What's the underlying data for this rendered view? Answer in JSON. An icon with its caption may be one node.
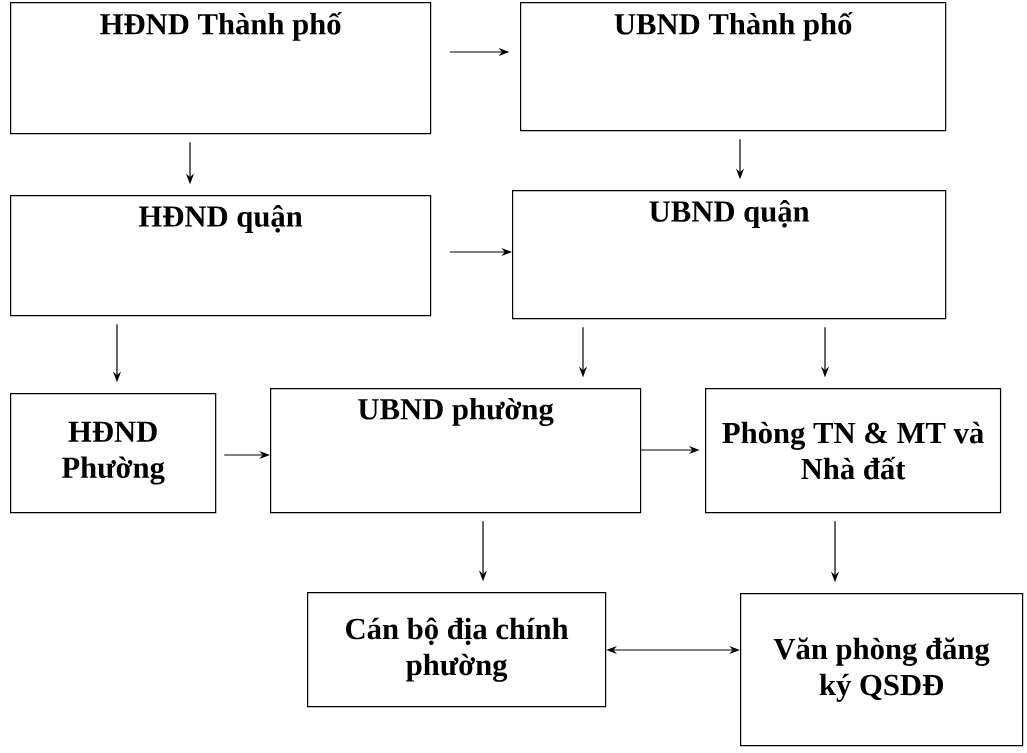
{
  "diagram": {
    "nodes": [
      {
        "text": [
          "HĐND Thành phố"
        ]
      },
      {
        "text": [
          "UBND Thành phố"
        ]
      },
      {
        "text": [
          "HĐND quận"
        ]
      },
      {
        "text": [
          "UBND quận"
        ]
      },
      {
        "text": [
          "HĐND Phường"
        ]
      },
      {
        "text": [
          "UBND phường"
        ]
      },
      {
        "text": [
          "Phòng TN & MT và Nhà đất"
        ]
      },
      {
        "text": [
          "Cán bộ địa chính phường"
        ]
      },
      {
        "text": [
          "Văn phòng đăng ký QSDĐ"
        ]
      }
    ],
    "edges": [
      {
        "from": 0,
        "to": 1,
        "arrow": "to"
      },
      {
        "from": 0,
        "to": 2,
        "arrow": "to"
      },
      {
        "from": 1,
        "to": 3,
        "arrow": "to"
      },
      {
        "from": 2,
        "to": 3,
        "arrow": "to"
      },
      {
        "from": 2,
        "to": 4,
        "arrow": "to"
      },
      {
        "from": 3,
        "to": 5,
        "arrow": "to"
      },
      {
        "from": 3,
        "to": 6,
        "arrow": "to"
      },
      {
        "from": 4,
        "to": 5,
        "arrow": "to"
      },
      {
        "from": 5,
        "to": 6,
        "arrow": "to"
      },
      {
        "from": 5,
        "to": 7,
        "arrow": "to"
      },
      {
        "from": 6,
        "to": 8,
        "arrow": "to"
      },
      {
        "from": 7,
        "to": 8,
        "arrow": "both"
      }
    ]
  }
}
